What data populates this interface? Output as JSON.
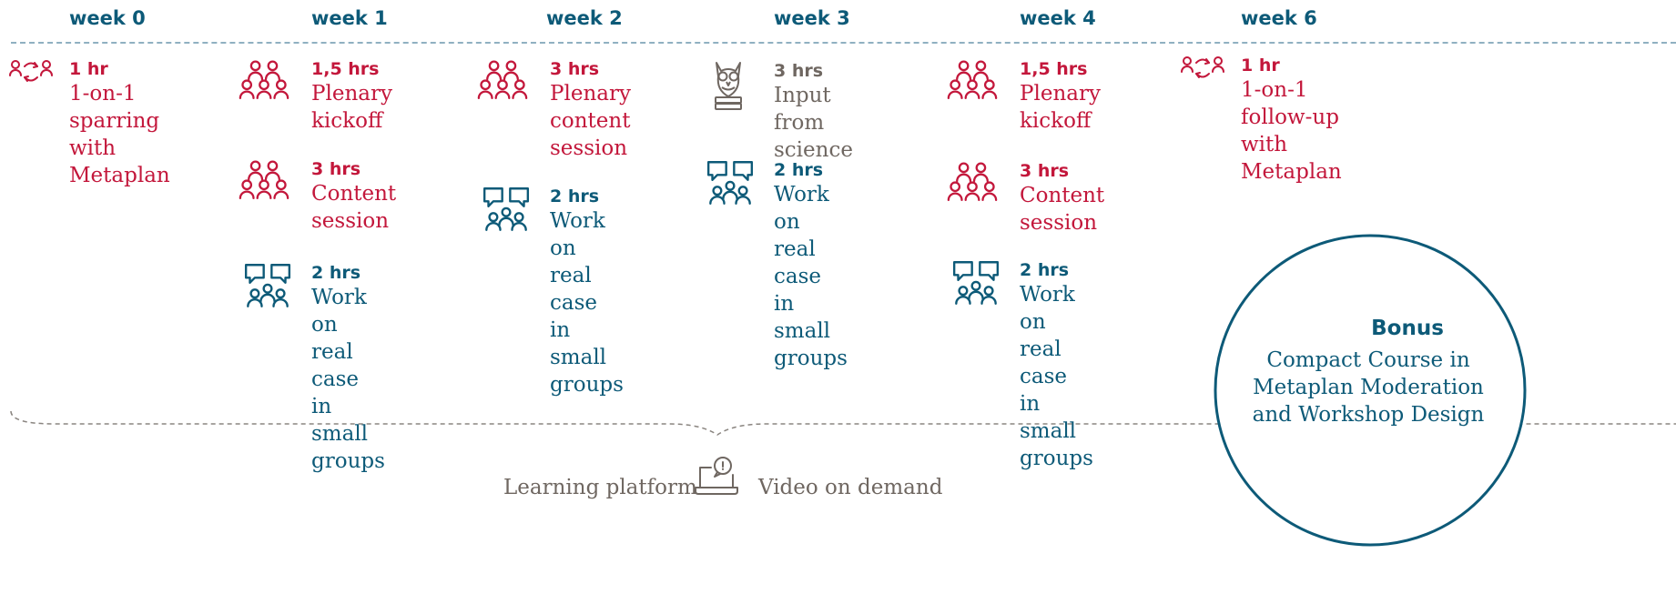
{
  "weeks": [
    "week 0",
    "week 1",
    "week 2",
    "week 3",
    "week 4",
    "week 6"
  ],
  "w0": {
    "hrs": "1 hr",
    "label": "1-on-1\nsparring\nwith\nMetaplan"
  },
  "w1a": {
    "hrs": "1,5 hrs",
    "label": "Plenary\nkickoff"
  },
  "w1b": {
    "hrs": "3 hrs",
    "label": "Content\nsession"
  },
  "w1c": {
    "hrs": "2 hrs",
    "label": "Work on\nreal case\nin small\ngroups"
  },
  "w2a": {
    "hrs": "3 hrs",
    "label": "Plenary\ncontent\nsession"
  },
  "w2b": {
    "hrs": "2 hrs",
    "label": "Work on\nreal case\nin small\ngroups"
  },
  "w3a": {
    "hrs": "3 hrs",
    "label": "Input from\nscience"
  },
  "w3b": {
    "hrs": "2 hrs",
    "label": "Work on\nreal case\nin small\ngroups"
  },
  "w4a": {
    "hrs": "1,5 hrs",
    "label": "Plenary\nkickoff"
  },
  "w4b": {
    "hrs": "3 hrs",
    "label": "Content\nsession"
  },
  "w4c": {
    "hrs": "2 hrs",
    "label": "Work on\nreal case\nin small\ngroups"
  },
  "w6": {
    "hrs": "1 hr",
    "label": "1-on-1\nfollow-up\nwith\nMetaplan"
  },
  "bonus": {
    "title": "Bonus",
    "text": "Compact Course in\nMetaplan Moderation\nand Workshop Design"
  },
  "platform": {
    "left": "Learning platform",
    "right": "Video on demand"
  },
  "icons": {
    "sparring": "sparring-icon",
    "plenary": "plenary-group-icon",
    "groupwork": "group-work-icon",
    "science": "owl-science-icon",
    "laptop": "laptop-video-icon"
  },
  "colors": {
    "red": "#c3173b",
    "teal": "#0d5a78",
    "gray": "#6f6761"
  }
}
